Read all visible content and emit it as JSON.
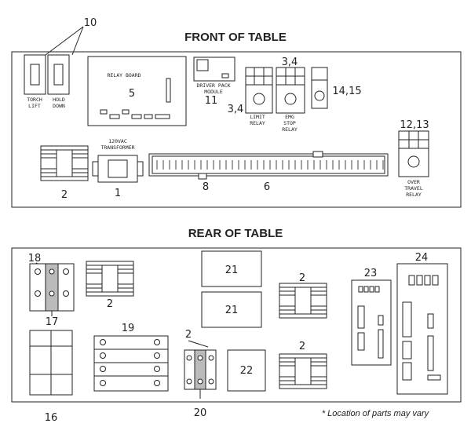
{
  "front": {
    "title": "FRONT OF TABLE",
    "labels": {
      "torch_lift": [
        "TORCH",
        "LIFT"
      ],
      "hold_down": [
        "HOLD",
        "DOWN"
      ],
      "relay_board": "RELAY BOARD",
      "driver_pack": [
        "DRIVER PACK",
        "MODULE"
      ],
      "limit_relay": [
        "LIMIT",
        "RELAY"
      ],
      "emg_stop_relay": [
        "EMG",
        "STOP",
        "RELAY"
      ],
      "transformer": [
        "120VAC",
        "TRANSFORMER"
      ],
      "over_travel_relay": [
        "OVER",
        "TRAVEL",
        "RELAY"
      ]
    },
    "callouts": {
      "c10": "10",
      "c5": "5",
      "c11": "11",
      "c34a": "3,4",
      "c34b": "3,4",
      "c1415": "14,15",
      "c1213": "12,13",
      "c2": "2",
      "c1": "1",
      "c8": "8",
      "c6": "6"
    }
  },
  "rear": {
    "title": "REAR OF TABLE",
    "callouts": {
      "c18": "18",
      "c17": "17",
      "c2a": "2",
      "c21a": "21",
      "c21b": "21",
      "c2b": "2",
      "c23": "23",
      "c24": "24",
      "c19": "19",
      "c2c": "2",
      "c22": "22",
      "c2d": "2",
      "c16": "16",
      "c20": "20"
    },
    "note": "* Location of parts may vary"
  }
}
